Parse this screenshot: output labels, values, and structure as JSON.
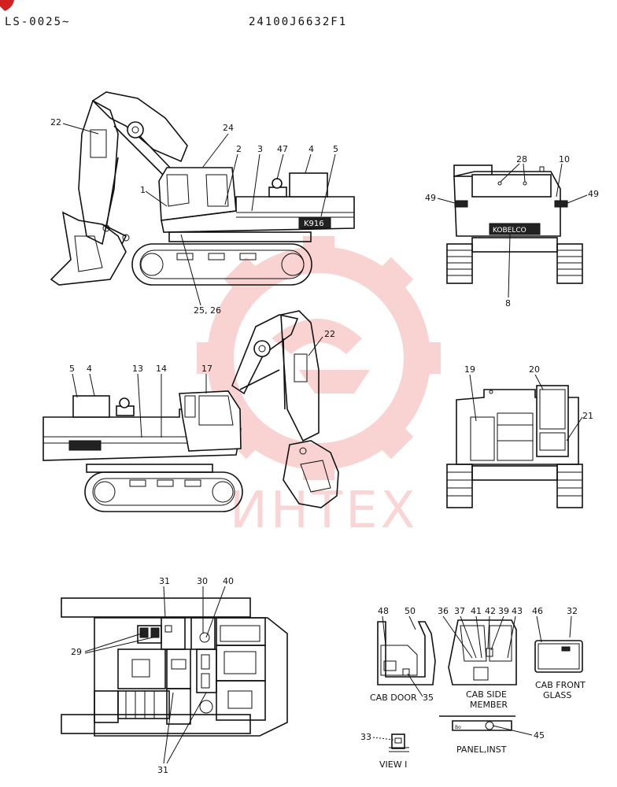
{
  "header": {
    "left_code": "LS-0025~",
    "center_code": "24100J6632F1"
  },
  "watermark": {
    "text": "ИНТЕХ",
    "color": "#f08080"
  },
  "callouts": {
    "c1": "1",
    "c2": "2",
    "c3": "3",
    "c4": "4",
    "c5": "5",
    "c8": "8",
    "c10": "10",
    "c13": "13",
    "c14": "14",
    "c17": "17",
    "c19": "19",
    "c20": "20",
    "c21": "21",
    "c22": "22",
    "c24": "24",
    "c2526": "25, 26",
    "c28": "28",
    "c29": "29",
    "c30": "30",
    "c31": "31",
    "c32": "32",
    "c33": "33",
    "c35": "35",
    "c36": "36",
    "c37": "37",
    "c39": "39",
    "c40": "40",
    "c41": "41",
    "c42": "42",
    "c43": "43",
    "c45": "45",
    "c46": "46",
    "c47": "47",
    "c48": "48",
    "c49": "49",
    "c50": "50"
  },
  "brand_plate": {
    "side": "K916",
    "rear": "KOBELCO"
  },
  "captions": {
    "cab_door": "CAB DOOR",
    "cab_side_1": "CAB SIDE",
    "cab_side_2": "MEMBER",
    "cab_front_1": "CAB FRONT",
    "cab_front_2": "GLASS",
    "panel_inst": "PANEL,INST",
    "view_1": "VIEW I"
  }
}
